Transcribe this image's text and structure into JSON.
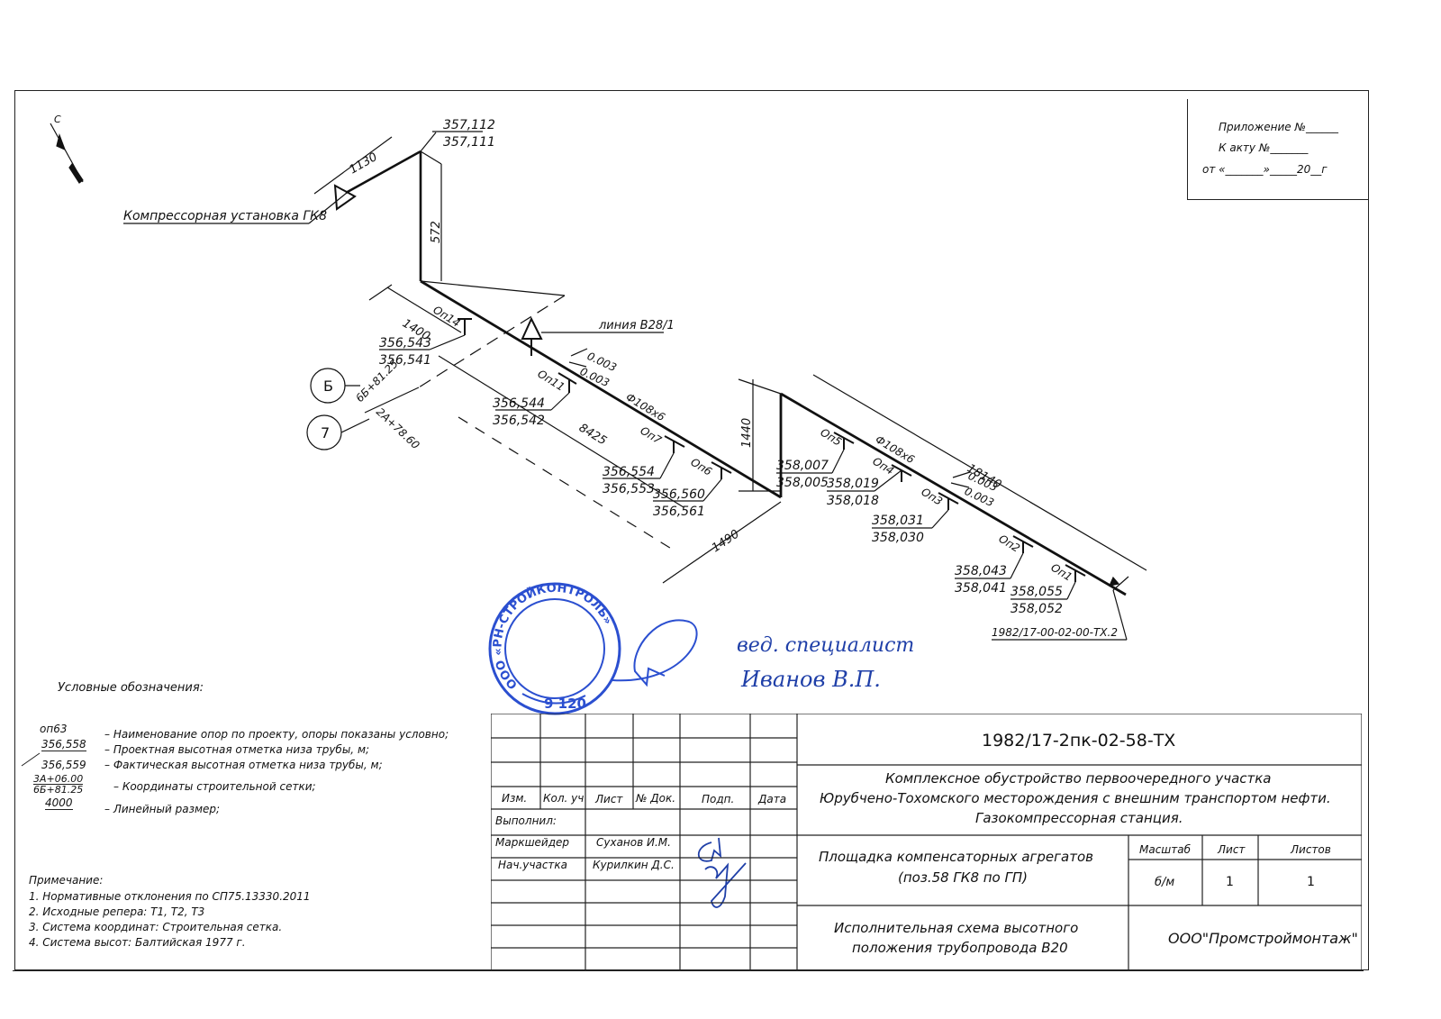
{
  "appendix": {
    "line1": "Приложение №______",
    "line2": "К акту №_______",
    "line3": "от «_______»_____20__г"
  },
  "north": {
    "label": "С"
  },
  "callouts": {
    "compressor": "Компрессорная установка ГК8",
    "line_b28": "линия В28/1",
    "doc_ref": "1982/17-00-02-00-ТХ.2"
  },
  "grid_marks": [
    {
      "symbol": "Б",
      "coord": "6Б+81.25"
    },
    {
      "symbol": "7",
      "coord": "2А+78.60"
    }
  ],
  "dimensions": [
    "1130",
    "572",
    "1400",
    "8425",
    "1440",
    "1490",
    "18140"
  ],
  "pipe_labels": [
    "Ф108х6",
    "Ф108х6"
  ],
  "slopes": [
    "0.003",
    "0.003",
    "0.003",
    "0.003"
  ],
  "supports": [
    {
      "name": "Оп14",
      "design": "356,543",
      "actual": "356,541"
    },
    {
      "name": "Оп11",
      "design": "356,544",
      "actual": "356,542"
    },
    {
      "name": "Оп7",
      "design": "356,554",
      "actual": "356,553"
    },
    {
      "name": "Оп6",
      "design": "356,560",
      "actual": "356,561"
    },
    {
      "name": "Оп5",
      "design": "358,007",
      "actual": "358,005"
    },
    {
      "name": "Оп4",
      "design": "358,019",
      "actual": "358,018"
    },
    {
      "name": "Оп3",
      "design": "358,031",
      "actual": "358,030"
    },
    {
      "name": "Оп2",
      "design": "358,043",
      "actual": "358,041"
    },
    {
      "name": "Оп1",
      "design": "358,055",
      "actual": "358,052"
    }
  ],
  "top_elevation": {
    "design": "357,112",
    "actual": "357,111"
  },
  "legend": {
    "title": "Условные обозначения:",
    "rows": [
      {
        "sym": "оп63",
        "text": "– Наименование опор по проекту, опоры показаны условно;"
      },
      {
        "sym": "356,558",
        "text": "– Проектная высотная отметка низа трубы, м;"
      },
      {
        "sym": "356,559",
        "text": "– Фактическая высотная отметка низа трубы, м;"
      },
      {
        "sym": "3А+06.00",
        "sym2": "6Б+81.25",
        "text": "– Координаты строительной сетки;"
      },
      {
        "sym": "4000",
        "text": "– Линейный размер;"
      }
    ]
  },
  "notes": {
    "title": "Примечание:",
    "items": [
      "1. Нормативные отклонения по СП75.13330.2011",
      "2. Исходные репера: Т1, Т2, Т3",
      "3. Система координат: Строительная сетка.",
      "4. Система высот: Балтийская 1977 г."
    ]
  },
  "stamp_seal": {
    "ring_text": "ООО «РН-СТРОЙКОНТРОЛЬ»",
    "number": "9 120"
  },
  "signature_note": {
    "line1": "вед. специалист",
    "line2": "Иванов В.П."
  },
  "title_block": {
    "code": "1982/17-2пк-02-58-ТХ",
    "project": [
      "Комплексное обустройство первоочередного участка",
      "Юрубчено-Тохомского месторождения с внешним транспортом нефти.",
      "Газокомпрессорная станция."
    ],
    "headers": [
      "Изм.",
      "Кол. уч",
      "Лист",
      "№ Док.",
      "Подп.",
      "Дата"
    ],
    "performed": "Выполнил:",
    "people": [
      {
        "role": "Маркшейдер",
        "name": "Суханов И.М."
      },
      {
        "role": "Нач.участка",
        "name": "Курилкин Д.С."
      }
    ],
    "object": [
      "Площадка компенсаторных агрегатов",
      "(поз.58 ГК8 по ГП)"
    ],
    "scale_label": "Масштаб",
    "scale_value": "б/м",
    "sheet_label": "Лист",
    "sheet_value": "1",
    "sheets_label": "Листов",
    "sheets_value": "1",
    "doc_title": [
      "Исполнительная схема высотного",
      "положения трубопровода В20"
    ],
    "company": "ООО\"Промстроймонтаж\""
  },
  "colors": {
    "ink": "#111111",
    "stamp_blue": "#2b4fd0",
    "signature_blue": "#1f3fa8"
  }
}
